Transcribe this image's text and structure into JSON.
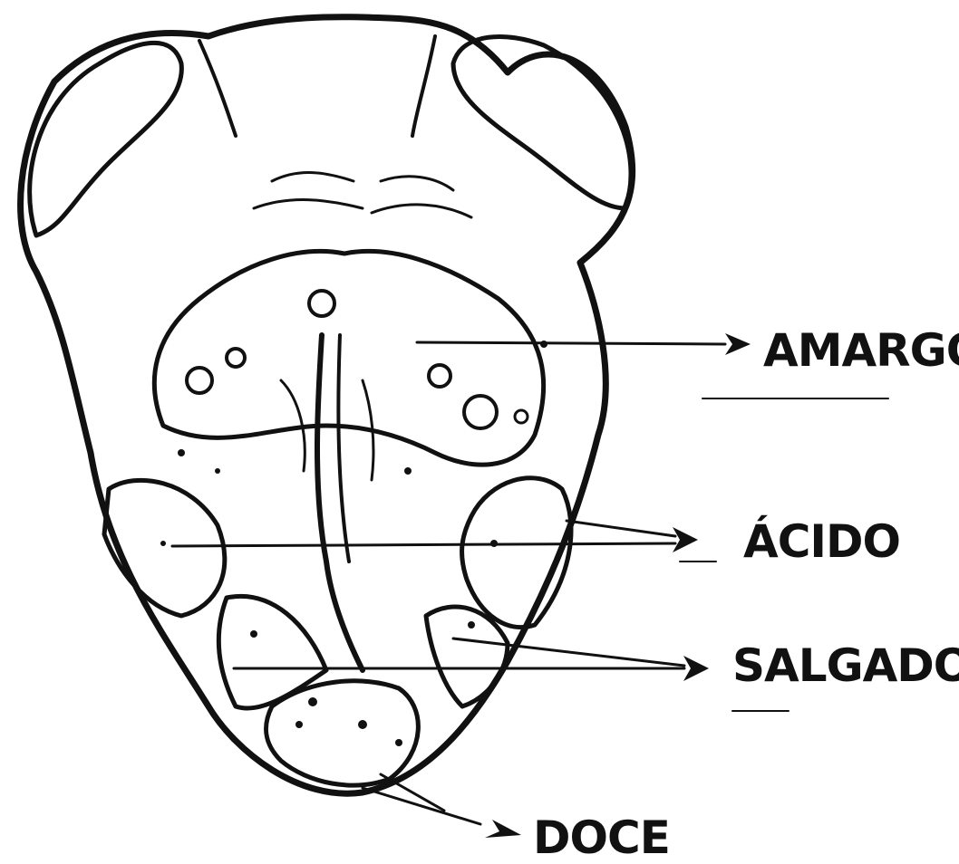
{
  "labels": {
    "amargo": "AMARGO",
    "acido": "ÁCIDO",
    "salgado": "SALGADO",
    "doce": "DOCE"
  },
  "colors": {
    "ink": "#111111",
    "background": "#ffffff"
  }
}
